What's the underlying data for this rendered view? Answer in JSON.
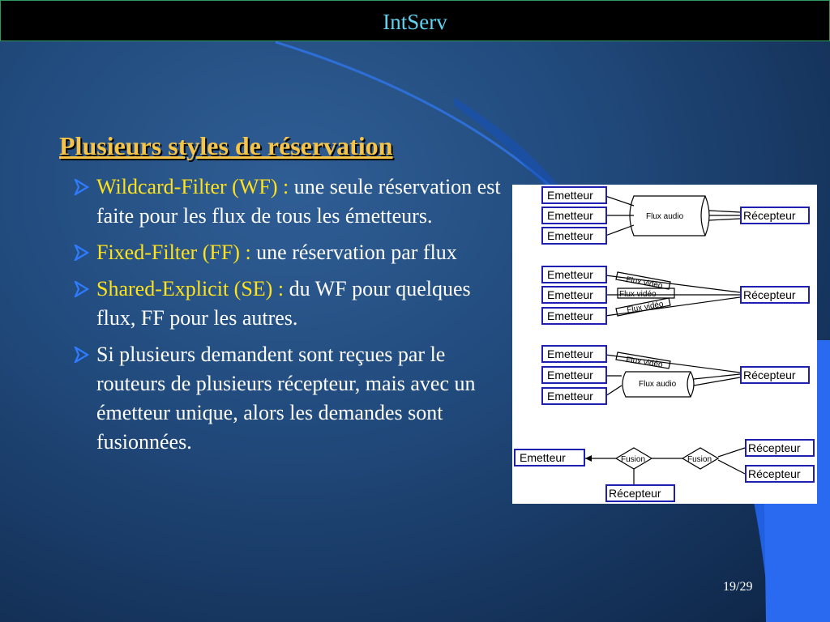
{
  "header": {
    "title": "IntServ"
  },
  "content": {
    "heading": "Plusieurs styles de réservation",
    "bullets": [
      {
        "term": "Wildcard-Filter (WF) :",
        "text": " une seule réservation est faite pour les flux de tous les émetteurs."
      },
      {
        "term": "Fixed-Filter (FF) :",
        "text": " une réservation par flux"
      },
      {
        "term": "Shared-Explicit (SE) :",
        "text": " du WF pour quelques flux, FF pour les autres."
      },
      {
        "term": "",
        "text": "Si plusieurs demandent sont reçues par le routeurs de plusieurs récepteur, mais avec un émetteur unique, alors les demandes sont fusionnées."
      }
    ]
  },
  "diagram": {
    "emitter": "Emetteur",
    "receiver": "Récepteur",
    "flux_audio": "Flux audio",
    "flux_video": "Flux vidéo",
    "fusion": "Fusion"
  },
  "footer": {
    "page": "19/29"
  },
  "colors": {
    "title": "#5fd3f0",
    "heading": "#f6c447",
    "term": "#ffe21a",
    "box_border": "#1f1fb0"
  },
  "icons": {
    "bullet": "arrow-bullet-icon"
  }
}
